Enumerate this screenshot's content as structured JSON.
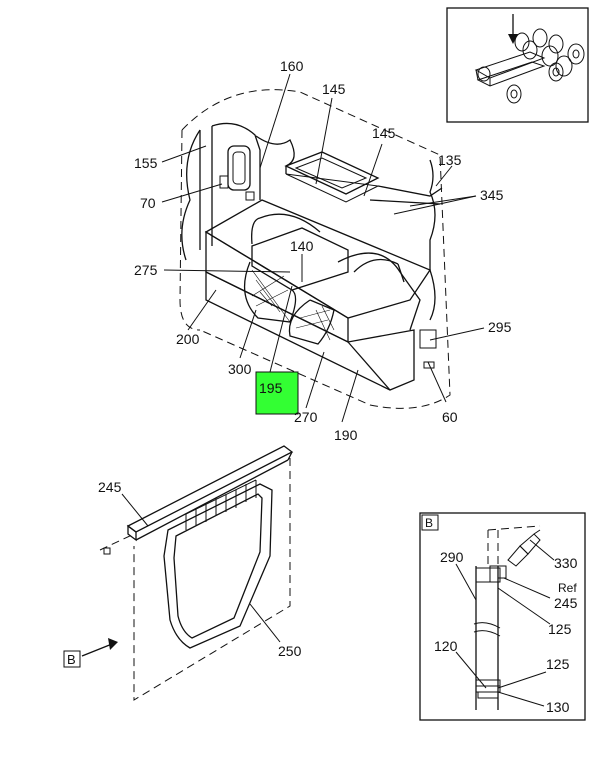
{
  "labels": {
    "l160": "160",
    "l145a": "145",
    "l145b": "145",
    "l135": "135",
    "l155": "155",
    "l345": "345",
    "l70": "70",
    "l140": "140",
    "l275": "275",
    "l295": "295",
    "l200": "200",
    "l300": "300",
    "l195": "195",
    "l270": "270",
    "l190": "190",
    "l60": "60",
    "l245": "245",
    "l250": "250",
    "box_tag": "B",
    "callout_tag": "B",
    "l290": "290",
    "l330": "330",
    "ref": "Ref",
    "l245b": "245",
    "l125a": "125",
    "l120": "120",
    "l125b": "125",
    "l130": "130"
  },
  "colors": {
    "highlight": "#33ff33",
    "line": "#111111",
    "background": "#ffffff"
  }
}
